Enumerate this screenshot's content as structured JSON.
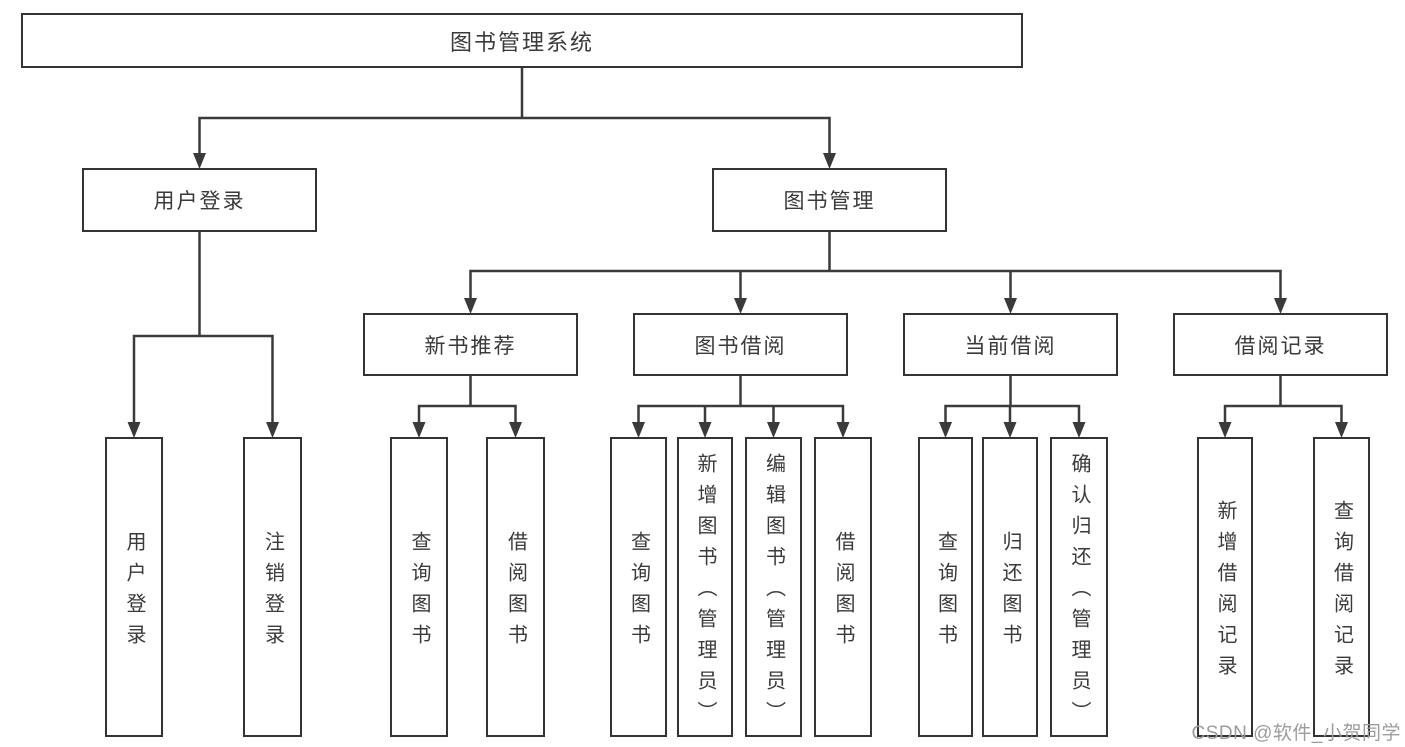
{
  "diagram_title": "图书管理系统",
  "watermark": "CSDN @软件_小贺同学",
  "colors": {
    "line": "#3a3a3a",
    "box_border": "#333333",
    "text": "#3a3a3a",
    "watermark": "#9c9c9c",
    "background": "#ffffff"
  },
  "nodes": {
    "root": {
      "label": "图书管理系统"
    },
    "user_login_group": {
      "label": "用户登录"
    },
    "book_mgmt": {
      "label": "图书管理"
    },
    "new_book_rec": {
      "label": "新书推荐"
    },
    "book_borrow": {
      "label": "图书借阅"
    },
    "current_borrow": {
      "label": "当前借阅"
    },
    "borrow_records": {
      "label": "借阅记录"
    },
    "user_login": {
      "label": "用户登录"
    },
    "logout": {
      "label": "注销登录"
    },
    "nbr_query": {
      "label": "查询图书"
    },
    "nbr_borrow": {
      "label": "借阅图书"
    },
    "bb_query": {
      "label": "查询图书"
    },
    "bb_add": {
      "label": "新增图书（管理员）"
    },
    "bb_edit": {
      "label": "编辑图书（管理员）"
    },
    "bb_borrow": {
      "label": "借阅图书"
    },
    "cb_query": {
      "label": "查询图书"
    },
    "cb_return": {
      "label": "归还图书"
    },
    "cb_confirm": {
      "label": "确认归还（管理员）"
    },
    "br_add": {
      "label": "新增借阅记录"
    },
    "br_query": {
      "label": "查询借阅记录"
    }
  },
  "hierarchy": [
    {
      "parent": "root",
      "children": [
        "user_login_group",
        "book_mgmt"
      ]
    },
    {
      "parent": "user_login_group",
      "children": [
        "user_login",
        "logout"
      ]
    },
    {
      "parent": "book_mgmt",
      "children": [
        "new_book_rec",
        "book_borrow",
        "current_borrow",
        "borrow_records"
      ]
    },
    {
      "parent": "new_book_rec",
      "children": [
        "nbr_query",
        "nbr_borrow"
      ]
    },
    {
      "parent": "book_borrow",
      "children": [
        "bb_query",
        "bb_add",
        "bb_edit",
        "bb_borrow"
      ]
    },
    {
      "parent": "current_borrow",
      "children": [
        "cb_query",
        "cb_return",
        "cb_confirm"
      ]
    },
    {
      "parent": "borrow_records",
      "children": [
        "br_add",
        "br_query"
      ]
    }
  ]
}
